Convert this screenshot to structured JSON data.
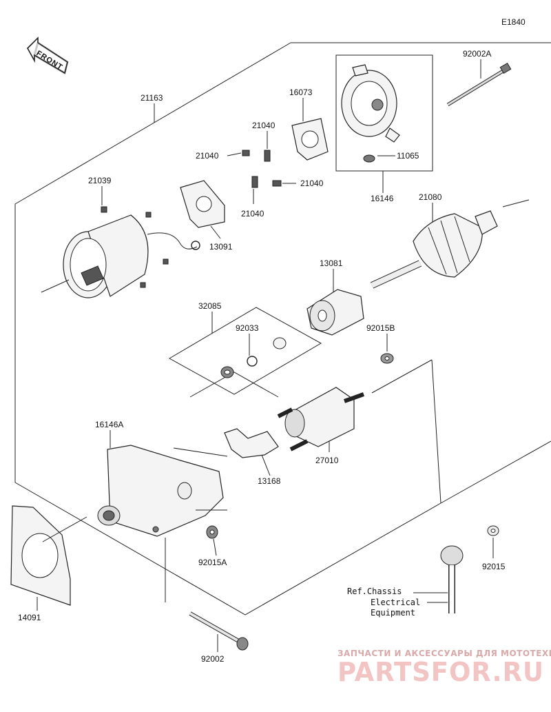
{
  "diagram": {
    "code": "E1840",
    "front_label": "FRONT",
    "parts": {
      "p21163": "21163",
      "p16073": "16073",
      "p92002A": "92002A",
      "p21040a": "21040",
      "p21040b": "21040",
      "p21040c": "21040",
      "p21040d": "21040",
      "p21039": "21039",
      "p13091": "13091",
      "p11065": "11065",
      "p16146": "16146",
      "p21080": "21080",
      "p13081": "13081",
      "p32085": "32085",
      "p92033": "92033",
      "p92015B": "92015B",
      "p16146A": "16146A",
      "p27010": "27010",
      "p13168": "13168",
      "p92015A": "92015A",
      "p92015": "92015",
      "p14091": "14091",
      "p92002": "92002"
    },
    "reference": {
      "line1": "Ref.Chassis",
      "line2": "Electrical",
      "line3": "Equipment"
    }
  },
  "watermark": {
    "tagline": "ЗАПЧАСТИ И АКСЕССУАРЫ ДЛЯ МОТОТЕХНИКИ",
    "brand": "PARTSFOR.RU"
  },
  "colors": {
    "ink": "#111111",
    "watermark_light": "#f2c4c4",
    "watermark_tagline": "#d9a9a9"
  }
}
